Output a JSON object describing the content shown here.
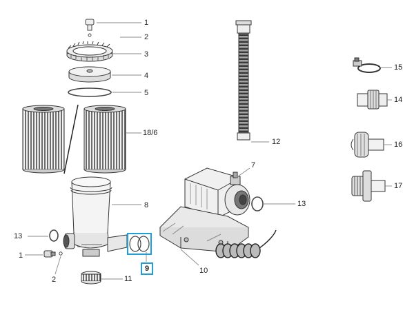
{
  "labels": {
    "p1_top": "1",
    "p2_top": "2",
    "p3": "3",
    "p4": "4",
    "p5": "5",
    "p18_6": "18/6",
    "p8": "8",
    "p13_left": "13",
    "p1_left": "1",
    "p2_left": "2",
    "p11": "11",
    "p9": "9",
    "p10": "10",
    "p7": "7",
    "p13_right": "13",
    "p12": "12",
    "p15": "15",
    "p14": "14",
    "p16": "16",
    "p17": "17"
  },
  "highlight": {
    "part": "9",
    "color": "#1e9fd8"
  },
  "colors": {
    "line": "#444444",
    "fill_light": "#eeeeee",
    "fill_mid": "#cccccc",
    "fill_dark": "#555555"
  }
}
